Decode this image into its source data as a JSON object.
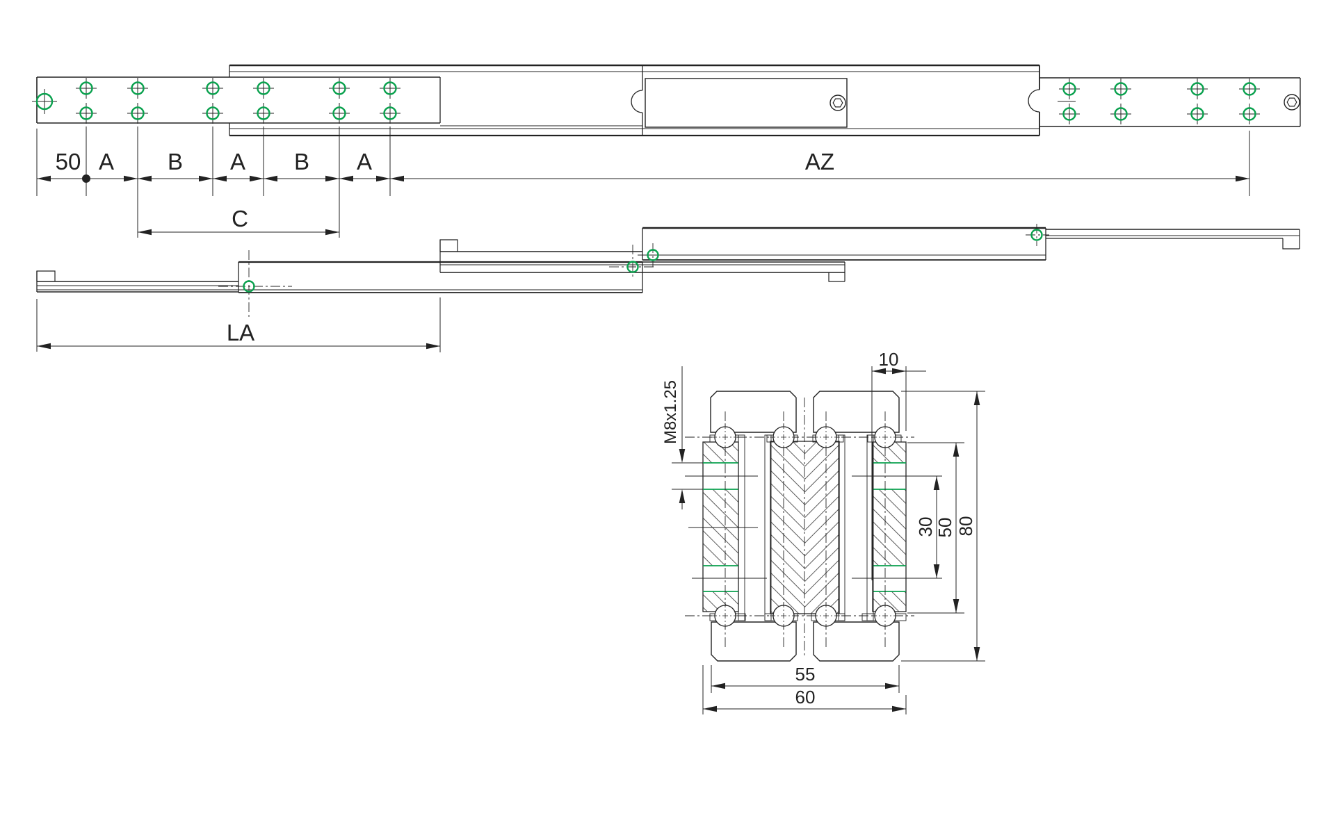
{
  "top_view": {
    "dim_labels": [
      "50",
      "A",
      "B",
      "A",
      "B",
      "A"
    ],
    "overall_label": "AZ",
    "c_label": "C"
  },
  "extended_view": {
    "la_label": "LA"
  },
  "section_view": {
    "thread_label": "M8x1.25",
    "edge_offset_label": "10",
    "hole_row_spacing_label": "30",
    "raceway_span_label": "50",
    "height_label": "80",
    "body_width_label": "55",
    "overall_width_label": "60"
  },
  "colors": {
    "line": "#222222",
    "hole_green": "#0aa14e",
    "background": "#ffffff"
  }
}
